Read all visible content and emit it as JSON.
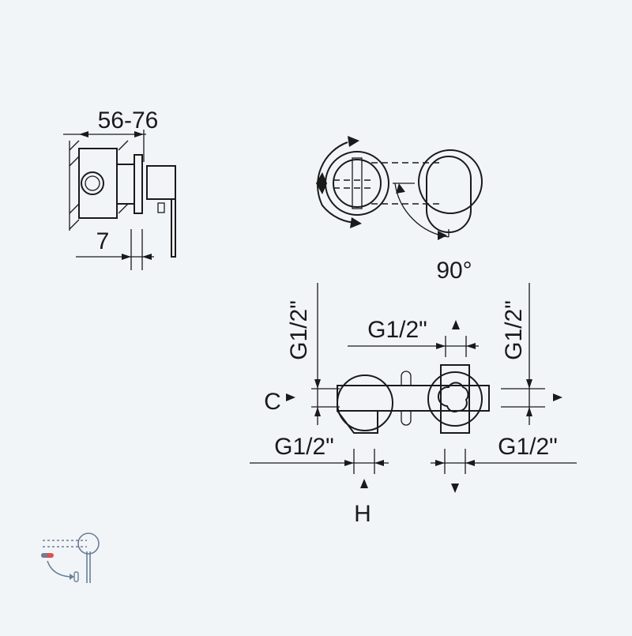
{
  "dimensions": {
    "depth_range": "56-76",
    "offset": "7",
    "rotation": "90°",
    "thread": "G1/2\"",
    "height_marker": "H",
    "center_marker": "C"
  },
  "colors": {
    "background": "#f2f5f8",
    "line": "#1a1a1a",
    "icon_blue": "#6b7f95",
    "icon_red": "#d9534f"
  },
  "icons": [
    "side-view-drawing",
    "top-view-drawing",
    "front-view-drawing",
    "hot-water-mixer-icon"
  ]
}
